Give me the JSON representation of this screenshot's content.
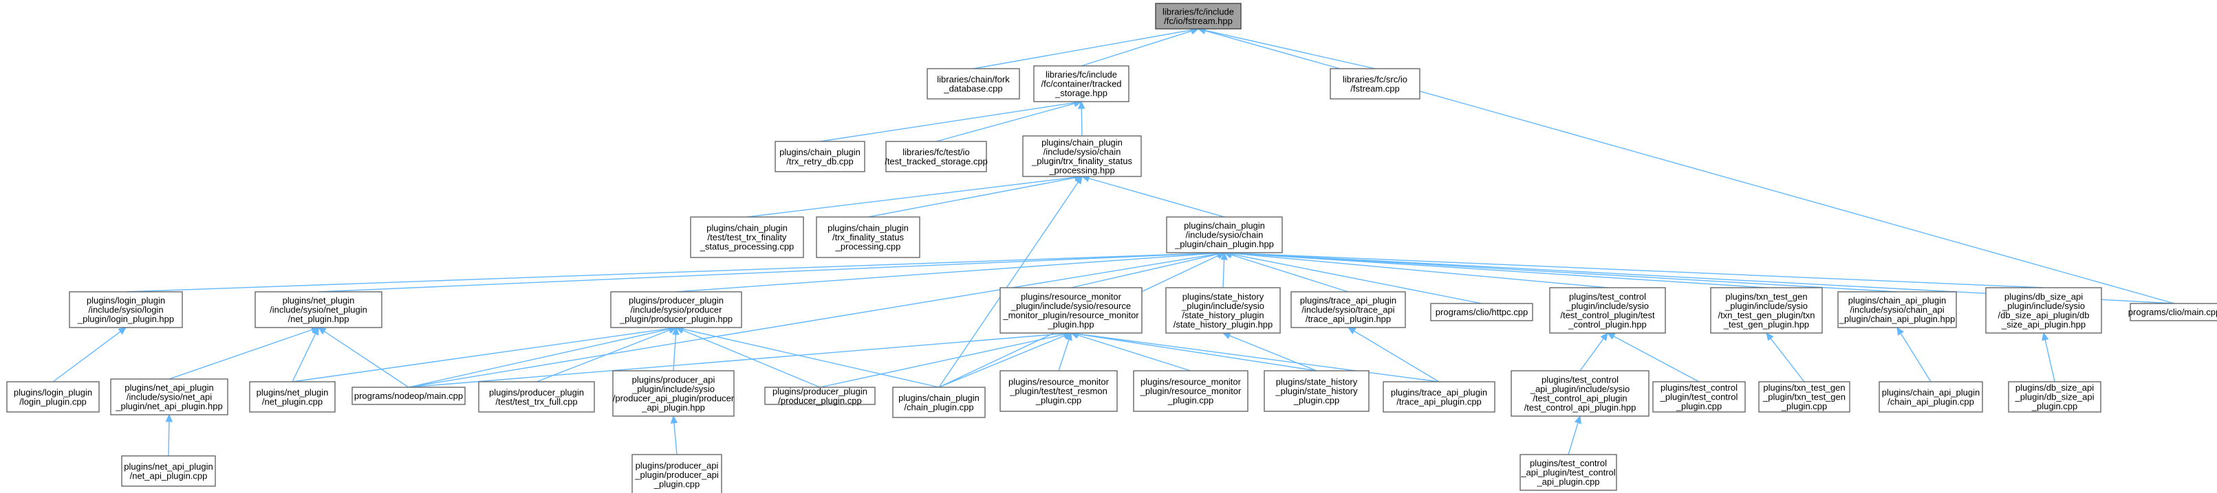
{
  "diagram": {
    "root": "n1",
    "nodes": [
      {
        "id": "n1",
        "lines": [
          "libraries/fc/include",
          "/fc/io/fstream.hpp"
        ],
        "highlight": true
      },
      {
        "id": "n2",
        "lines": [
          "libraries/chain/fork",
          "_database.cpp"
        ]
      },
      {
        "id": "n3",
        "lines": [
          "libraries/fc/include",
          "/fc/container/tracked",
          "_storage.hpp"
        ]
      },
      {
        "id": "n4",
        "lines": [
          "libraries/fc/src/io",
          "/fstream.cpp"
        ]
      },
      {
        "id": "n5",
        "lines": [
          "programs/clio/main.cpp"
        ]
      },
      {
        "id": "n6",
        "lines": [
          "plugins/chain_plugin",
          "/trx_retry_db.cpp"
        ]
      },
      {
        "id": "n7",
        "lines": [
          "libraries/fc/test/io",
          "/test_tracked_storage.cpp"
        ]
      },
      {
        "id": "n8",
        "lines": [
          "plugins/chain_plugin",
          "/include/sysio/chain",
          "_plugin/trx_finality_status",
          "_processing.hpp"
        ]
      },
      {
        "id": "n9",
        "lines": [
          "plugins/chain_plugin",
          "/test/test_trx_finality",
          "_status_processing.cpp"
        ]
      },
      {
        "id": "n10",
        "lines": [
          "plugins/chain_plugin",
          "/trx_finality_status",
          "_processing.cpp"
        ]
      },
      {
        "id": "n11",
        "lines": [
          "plugins/chain_plugin",
          "/include/sysio/chain",
          "_plugin/chain_plugin.hpp"
        ]
      },
      {
        "id": "n12",
        "lines": [
          "plugins/chain_plugin",
          "/chain_plugin.cpp"
        ]
      },
      {
        "id": "n13",
        "lines": [
          "plugins/login_plugin",
          "/include/sysio/login",
          "_plugin/login_plugin.hpp"
        ]
      },
      {
        "id": "n14",
        "lines": [
          "plugins/net_plugin",
          "/include/sysio/net_plugin",
          "/net_plugin.hpp"
        ]
      },
      {
        "id": "n15",
        "lines": [
          "plugins/producer_plugin",
          "/include/sysio/producer",
          "_plugin/producer_plugin.hpp"
        ]
      },
      {
        "id": "n16",
        "lines": [
          "plugins/resource_monitor",
          "_plugin/include/sysio/resource",
          "_monitor_plugin/resource_monitor",
          "_plugin.hpp"
        ]
      },
      {
        "id": "n17",
        "lines": [
          "plugins/state_history",
          "_plugin/include/sysio",
          "/state_history_plugin",
          "/state_history_plugin.hpp"
        ]
      },
      {
        "id": "n18",
        "lines": [
          "plugins/trace_api_plugin",
          "/include/sysio/trace_api",
          "/trace_api_plugin.hpp"
        ]
      },
      {
        "id": "n19",
        "lines": [
          "programs/clio/httpc.cpp"
        ]
      },
      {
        "id": "n20",
        "lines": [
          "plugins/test_control",
          "_plugin/include/sysio",
          "/test_control_plugin/test",
          "_control_plugin.hpp"
        ]
      },
      {
        "id": "n21",
        "lines": [
          "plugins/txn_test_gen",
          "_plugin/include/sysio",
          "/txn_test_gen_plugin/txn",
          "_test_gen_plugin.hpp"
        ]
      },
      {
        "id": "n22",
        "lines": [
          "plugins/chain_api_plugin",
          "/include/sysio/chain_api",
          "_plugin/chain_api_plugin.hpp"
        ]
      },
      {
        "id": "n23",
        "lines": [
          "plugins/db_size_api",
          "_plugin/include/sysio",
          "/db_size_api_plugin/db",
          "_size_api_plugin.hpp"
        ]
      },
      {
        "id": "n24",
        "lines": [
          "plugins/login_plugin",
          "/login_plugin.cpp"
        ]
      },
      {
        "id": "n25",
        "lines": [
          "plugins/net_api_plugin",
          "/include/sysio/net_api",
          "_plugin/net_api_plugin.hpp"
        ]
      },
      {
        "id": "n26",
        "lines": [
          "plugins/net_plugin",
          "/net_plugin.cpp"
        ]
      },
      {
        "id": "n27",
        "lines": [
          "programs/nodeop/main.cpp"
        ]
      },
      {
        "id": "n28",
        "lines": [
          "plugins/producer_plugin",
          "/test/test_trx_full.cpp"
        ]
      },
      {
        "id": "n29",
        "lines": [
          "plugins/producer_api",
          "_plugin/include/sysio",
          "/producer_api_plugin/producer",
          "_api_plugin.hpp"
        ]
      },
      {
        "id": "n30",
        "lines": [
          "plugins/producer_plugin",
          "/producer_plugin.cpp"
        ]
      },
      {
        "id": "n31",
        "lines": [
          "plugins/resource_monitor",
          "_plugin/test/test_resmon",
          "_plugin.cpp"
        ]
      },
      {
        "id": "n32",
        "lines": [
          "plugins/resource_monitor",
          "_plugin/resource_monitor",
          "_plugin.cpp"
        ]
      },
      {
        "id": "n33",
        "lines": [
          "plugins/state_history",
          "_plugin/state_history",
          "_plugin.cpp"
        ]
      },
      {
        "id": "n34",
        "lines": [
          "plugins/trace_api_plugin",
          "/trace_api_plugin.cpp"
        ]
      },
      {
        "id": "n35",
        "lines": [
          "plugins/test_control",
          "_api_plugin/include/sysio",
          "/test_control_api_plugin",
          "/test_control_api_plugin.hpp"
        ]
      },
      {
        "id": "n36",
        "lines": [
          "plugins/test_control",
          "_plugin/test_control",
          "_plugin.cpp"
        ]
      },
      {
        "id": "n37",
        "lines": [
          "plugins/txn_test_gen",
          "_plugin/txn_test_gen",
          "_plugin.cpp"
        ]
      },
      {
        "id": "n38",
        "lines": [
          "plugins/chain_api_plugin",
          "/chain_api_plugin.cpp"
        ]
      },
      {
        "id": "n39",
        "lines": [
          "plugins/db_size_api",
          "_plugin/db_size_api",
          "_plugin.cpp"
        ]
      },
      {
        "id": "n40",
        "lines": [
          "plugins/net_api_plugin",
          "/net_api_plugin.cpp"
        ]
      },
      {
        "id": "n41",
        "lines": [
          "plugins/producer_api",
          "_plugin/producer_api",
          "_plugin.cpp"
        ]
      },
      {
        "id": "n42",
        "lines": [
          "plugins/test_control",
          "_api_plugin/test_control",
          "_api_plugin.cpp"
        ]
      }
    ],
    "edges": [
      [
        "n2",
        "n1"
      ],
      [
        "n3",
        "n1"
      ],
      [
        "n4",
        "n1"
      ],
      [
        "n5",
        "n1"
      ],
      [
        "n6",
        "n3"
      ],
      [
        "n7",
        "n3"
      ],
      [
        "n8",
        "n3"
      ],
      [
        "n9",
        "n8"
      ],
      [
        "n10",
        "n8"
      ],
      [
        "n11",
        "n8"
      ],
      [
        "n12",
        "n8"
      ],
      [
        "n5",
        "n11"
      ],
      [
        "n12",
        "n11"
      ],
      [
        "n13",
        "n11"
      ],
      [
        "n14",
        "n11"
      ],
      [
        "n15",
        "n11"
      ],
      [
        "n16",
        "n11"
      ],
      [
        "n17",
        "n11"
      ],
      [
        "n18",
        "n11"
      ],
      [
        "n19",
        "n11"
      ],
      [
        "n20",
        "n11"
      ],
      [
        "n21",
        "n11"
      ],
      [
        "n22",
        "n11"
      ],
      [
        "n23",
        "n11"
      ],
      [
        "n27",
        "n11"
      ],
      [
        "n24",
        "n13"
      ],
      [
        "n25",
        "n14"
      ],
      [
        "n26",
        "n14"
      ],
      [
        "n27",
        "n14"
      ],
      [
        "n12",
        "n15"
      ],
      [
        "n26",
        "n15"
      ],
      [
        "n27",
        "n15"
      ],
      [
        "n28",
        "n15"
      ],
      [
        "n29",
        "n15"
      ],
      [
        "n30",
        "n15"
      ],
      [
        "n12",
        "n16"
      ],
      [
        "n27",
        "n16"
      ],
      [
        "n30",
        "n16"
      ],
      [
        "n31",
        "n16"
      ],
      [
        "n32",
        "n16"
      ],
      [
        "n33",
        "n16"
      ],
      [
        "n34",
        "n16"
      ],
      [
        "n33",
        "n17"
      ],
      [
        "n34",
        "n18"
      ],
      [
        "n35",
        "n20"
      ],
      [
        "n36",
        "n20"
      ],
      [
        "n37",
        "n21"
      ],
      [
        "n38",
        "n22"
      ],
      [
        "n39",
        "n23"
      ],
      [
        "n40",
        "n25"
      ],
      [
        "n41",
        "n29"
      ],
      [
        "n42",
        "n35"
      ]
    ]
  }
}
